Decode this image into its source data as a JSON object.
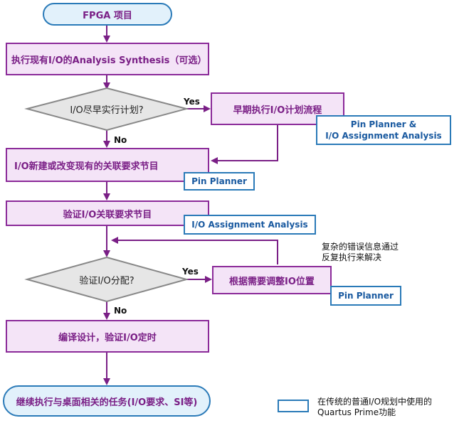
{
  "nodes": {
    "start": "FPGA 项目",
    "analysis": "执行现有I/O的Analysis Synthesis（可选）",
    "early_decision": "I/O尽早实行计划?",
    "early_plan": "早期执行I/O计划流程",
    "modify": "I/O新建或改变现有的关联要求节目",
    "verify_req": "验证I/O关联要求节目",
    "verify_alloc": "验证I/O分配?",
    "adjust": "根据需要调整IO位置",
    "compile": "编译设计，验证I/O定时",
    "end": "继续执行与桌面相关的任务(I/O要求、SI等)"
  },
  "tools": {
    "pin_planner_assignment_line1": "Pin Planner &",
    "pin_planner_assignment_line2": "I/O Assignment Analysis",
    "pin_planner_1": "Pin Planner",
    "io_assignment_analysis": "I/O Assignment Analysis",
    "pin_planner_2": "Pin Planner"
  },
  "labels": {
    "yes_1": "Yes",
    "no_1": "No",
    "yes_2": "Yes",
    "no_2": "No"
  },
  "notes": {
    "loop_line1": "复杂的错误信息通过",
    "loop_line2": "反复执行来解决"
  },
  "legend": {
    "line1": "在传统的普通I/O规划中使用的",
    "line2": "Quartus Prime功能"
  },
  "colors": {
    "process_fill": "#f4e4f7",
    "process_border": "#8b2a99",
    "process_text": "#7a1f86",
    "tool_border": "#2a7ab8",
    "tool_text": "#1a5aa0",
    "decision_fill": "#e6e6e6",
    "decision_border": "#888888",
    "terminal_fill": "#e2f1fb",
    "connector": "#7a1f86"
  }
}
